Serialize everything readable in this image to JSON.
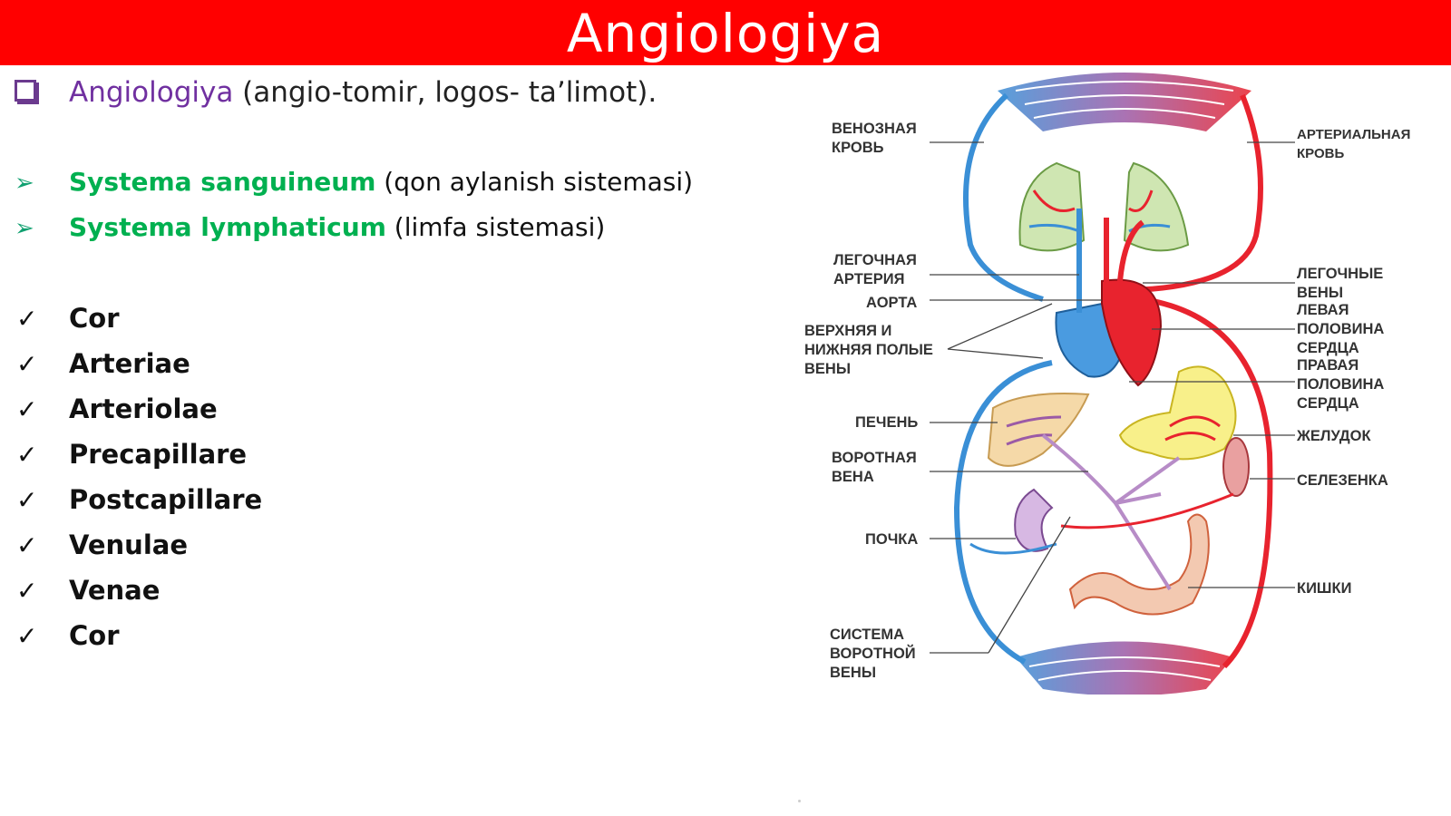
{
  "header": {
    "title": "Angiologiya"
  },
  "intro": {
    "term": "Angiologiya",
    "rest": " (angio-tomir, logos- ta’limot)."
  },
  "systems": [
    {
      "term": "Systema sanguineum",
      "rest": " (qon aylanish sistemasi)"
    },
    {
      "term": "Systema lymphaticum",
      "rest": " (limfa sistemasi)"
    }
  ],
  "checklist": [
    "Cor",
    "Arteriae",
    "Arteriolae",
    "Precapillare",
    "Postcapillare",
    "Venulae",
    "Venae",
    "Cor"
  ],
  "diagram_labels": {
    "venous_blood": [
      "ВЕНОЗНАЯ",
      "КРОВЬ"
    ],
    "arterial_blood": [
      "АРТЕРИАЛЬНАЯ",
      "КРОВЬ"
    ],
    "pulmonary_artery": [
      "ЛЕГОЧНАЯ",
      "АРТЕРИЯ"
    ],
    "aorta": [
      "АОРТА"
    ],
    "vena_cava": [
      "ВЕРХНЯЯ И",
      "НИЖНЯЯ ПОЛЫЕ",
      "ВЕНЫ"
    ],
    "pulmonary_veins": [
      "ЛЕГОЧНЫЕ",
      "ВЕНЫ"
    ],
    "left_heart": [
      "ЛЕВАЯ",
      "ПОЛОВИНА",
      "СЕРДЦА"
    ],
    "right_heart": [
      "ПРАВАЯ",
      "ПОЛОВИНА",
      "СЕРДЦА"
    ],
    "liver": [
      "ПЕЧЕНЬ"
    ],
    "stomach": [
      "ЖЕЛУДОК"
    ],
    "portal_vein": [
      "ВОРОТНАЯ",
      "ВЕНА"
    ],
    "spleen": [
      "СЕЛЕЗЕНКА"
    ],
    "kidney": [
      "ПОЧКА"
    ],
    "intestines": [
      "КИШКИ"
    ],
    "portal_system": [
      "СИСТЕМА",
      "ВОРОТНОЙ",
      "ВЕНЫ"
    ]
  },
  "colors": {
    "header": "#ff0000",
    "intro_term": "#7030a0",
    "system_term": "#00b050",
    "arterial": "#e8232e",
    "venous": "#3a8fd6"
  }
}
